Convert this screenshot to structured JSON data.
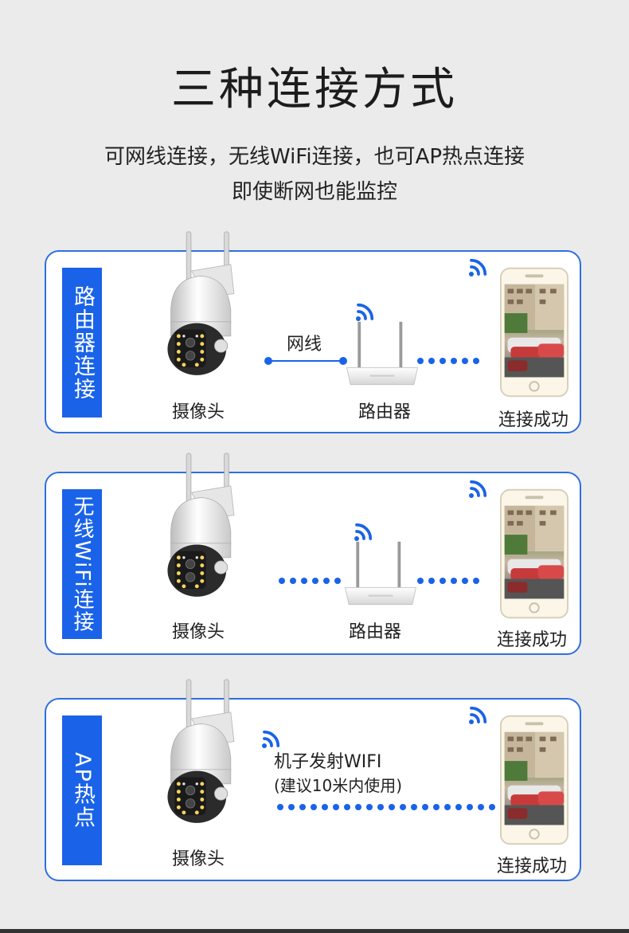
{
  "page": {
    "title": "三种连接方式",
    "subtitle_line1": "可网线连接，无线WiFi连接，也可AP热点连接",
    "subtitle_line2": "即使断网也能监控"
  },
  "colors": {
    "accent": "#1a63e8",
    "card_border": "#2f6fe0",
    "background": "#ebebeb"
  },
  "cards": [
    {
      "tag": "路由器连接",
      "camera_label": "摄像头",
      "cable_label": "网线",
      "router_label": "路由器",
      "result_label": "连接成功"
    },
    {
      "tag": "无线WiFi连接",
      "camera_label": "摄像头",
      "router_label": "路由器",
      "result_label": "连接成功"
    },
    {
      "tag": "AP热点",
      "camera_label": "摄像头",
      "hotspot_line1": "机子发射WIFI",
      "hotspot_line2": "(建议10米内使用)",
      "result_label": "连接成功"
    }
  ],
  "icons": {
    "camera": "ptz-camera-icon",
    "router": "wifi-router-icon",
    "phone": "smartphone-icon",
    "signal": "wifi-signal-icon"
  }
}
